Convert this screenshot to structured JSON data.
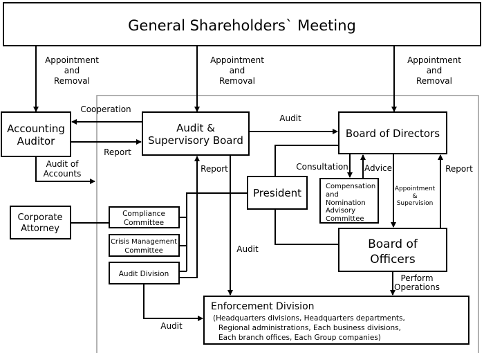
{
  "title": "General Shareholders` Meeting",
  "colors": {
    "line": "#000000",
    "frame": "#999999",
    "background": "#ffffff"
  },
  "nodes": {
    "accounting_auditor": [
      "Accounting",
      "Auditor"
    ],
    "audit_board": [
      "Audit &",
      "Supervisory Board"
    ],
    "board_of_directors": "Board of Directors",
    "president": "President",
    "compensation_committee": [
      "Compensation",
      "and",
      "Nomination",
      "Advisory",
      "Committee"
    ],
    "board_of_officers": [
      "Board of",
      "Officers"
    ],
    "corporate_attorney": [
      "Corporate",
      "Attorney"
    ],
    "compliance_committee": [
      "Compliance",
      "Committee"
    ],
    "crisis_committee": [
      "Crisis Management",
      "Committee"
    ],
    "audit_division": "Audit Division",
    "enforcement_division": {
      "title": "Enforcement Division",
      "details": [
        "(Headquarters divisions, Headquarters departments,",
        "Regional administrations, Each business divisions,",
        "Each branch offices,  Each Group companies)"
      ]
    }
  },
  "edges": {
    "appointment_removal": [
      "Appointment",
      "and",
      "Removal"
    ],
    "cooperation": "Cooperation",
    "report": "Report",
    "audit_of_accounts": [
      "Audit of",
      "Accounts"
    ],
    "audit": "Audit",
    "consultation": "Consultation",
    "advice": "Advice",
    "appointment_supervision": [
      "Appointment",
      "&",
      "Supervision"
    ],
    "perform_operations": [
      "Perform",
      "Operations"
    ]
  }
}
